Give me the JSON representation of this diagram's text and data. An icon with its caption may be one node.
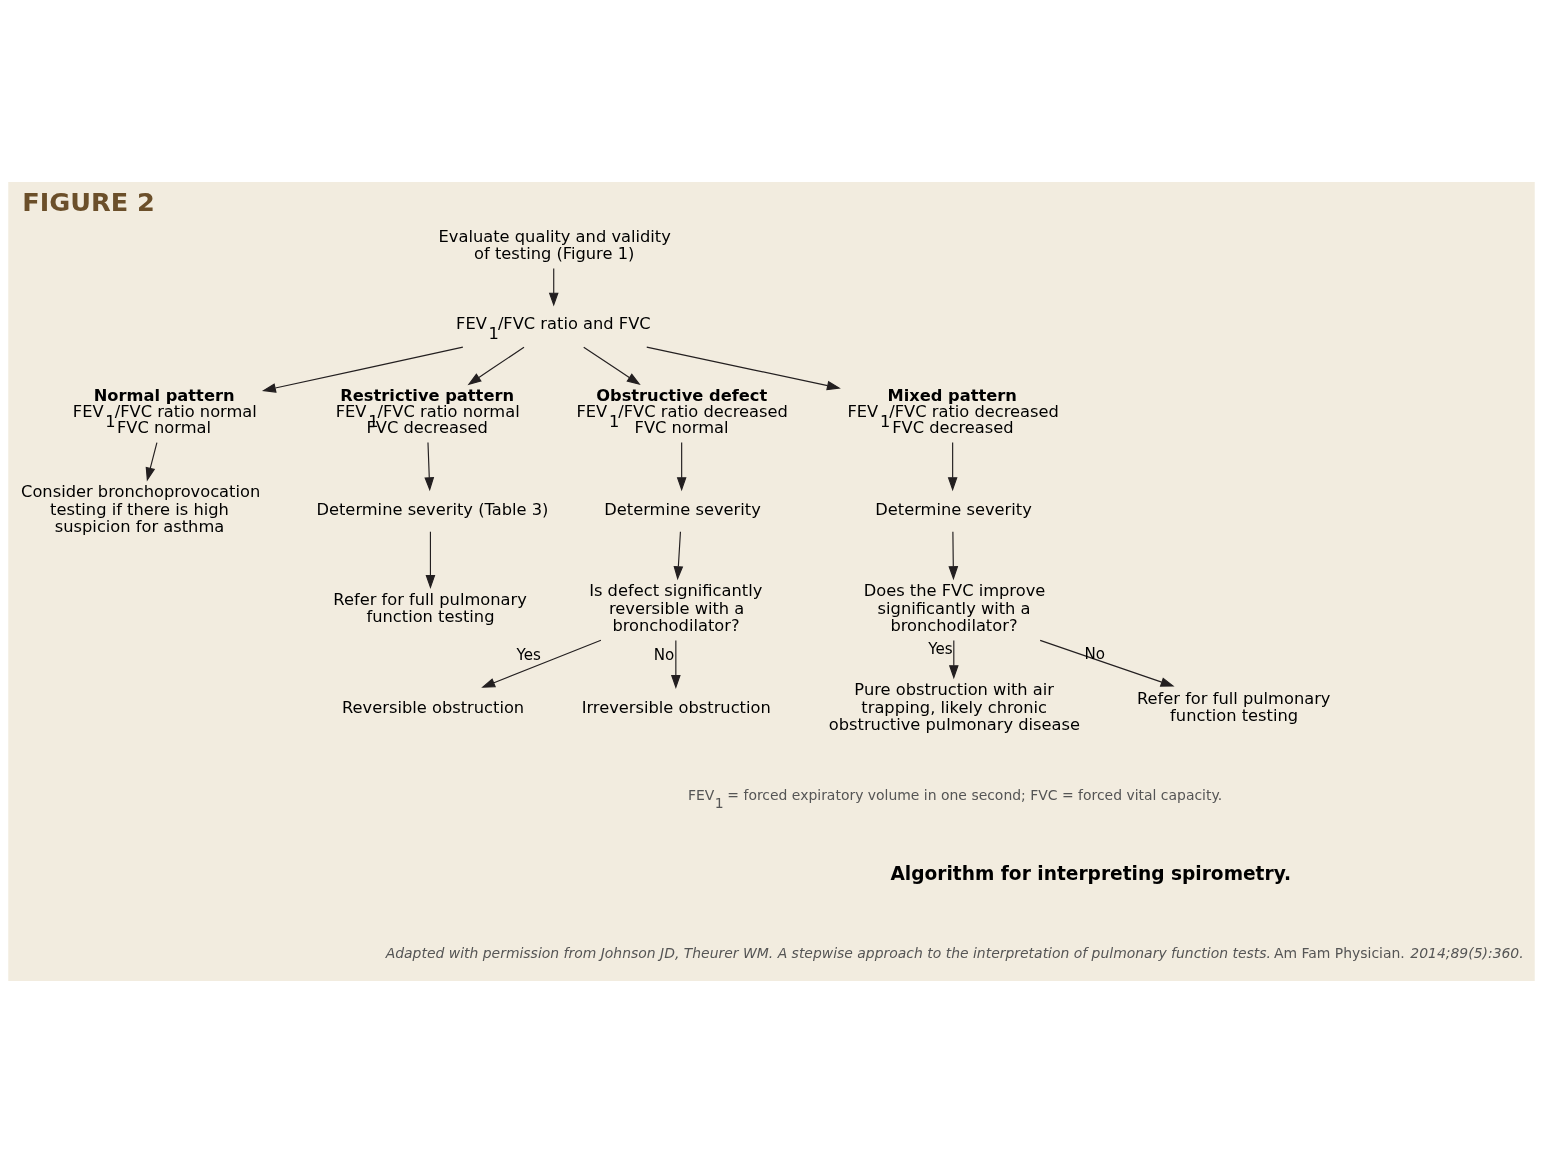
{
  "diagram": {
    "title": "FIGURE 2",
    "caption": "Algorithm for interpreting spirometry.",
    "nodes": [
      {
        "text": [
          "Evaluate quality and validity of testing (Figure 1)"
        ]
      },
      {
        "text": [
          "FEV$_{1}$/FVC ratio and FVC"
        ]
      },
      {
        "text": [
          "Normal pattern",
          "FEV$_{1}$/FVC ratio normal",
          "FVC normal"
        ]
      },
      {
        "text": [
          "Restrictive pattern",
          "FEV$_{1}$/FVC ratio normal",
          "FVC decreased"
        ]
      },
      {
        "text": [
          "Obstructive defect",
          "FEV$_{1}$/FVC ratio decreased",
          "FVC normal"
        ]
      },
      {
        "text": [
          "Mixed pattern",
          "FEV$_{1}$/FVC ratio decreased",
          "FVC decreased"
        ]
      },
      {
        "text": [
          "Consider bronchoprovocation testing if there is high suspicion for asthma"
        ]
      },
      {
        "text": [
          "Determine severity (Table 3)"
        ]
      },
      {
        "text": [
          "Refer for full pulmonary function testing"
        ]
      },
      {
        "text": [
          "Determine severity"
        ]
      },
      {
        "text": [
          "Is defect significantly reversible with a bronchodilator?"
        ]
      },
      {
        "text": [
          "Reversible obstruction"
        ]
      },
      {
        "text": [
          "Irreversible obstruction"
        ]
      },
      {
        "text": [
          "Determine severity"
        ]
      },
      {
        "text": [
          "Does the FVC improve significantly with a bronchodilator?"
        ]
      },
      {
        "text": [
          "Pure obstruction with air trapping, likely chronic obstructive pulmonary disease"
        ]
      },
      {
        "text": [
          "Refer for full pulmonary function testing"
        ]
      }
    ],
    "edges": [
      {
        "from": 0,
        "to": 1,
        "arrow": "to"
      },
      {
        "from": 1,
        "to": 2,
        "arrow": "to"
      },
      {
        "from": 1,
        "to": 3,
        "arrow": "to"
      },
      {
        "from": 1,
        "to": 4,
        "arrow": "to"
      },
      {
        "from": 1,
        "to": 5,
        "arrow": "to"
      },
      {
        "from": 2,
        "to": 6,
        "arrow": "to"
      },
      {
        "from": 3,
        "to": 7,
        "arrow": "to"
      },
      {
        "from": 7,
        "to": 8,
        "arrow": "to"
      },
      {
        "from": 4,
        "to": 9,
        "arrow": "to"
      },
      {
        "from": 9,
        "to": 10,
        "arrow": "to"
      },
      {
        "from": 10,
        "to": 11,
        "arrow": "to",
        "label": "Yes"
      },
      {
        "from": 10,
        "to": 12,
        "arrow": "to",
        "label": "No"
      },
      {
        "from": 5,
        "to": 13,
        "arrow": "to"
      },
      {
        "from": 13,
        "to": 14,
        "arrow": "to"
      },
      {
        "from": 14,
        "to": 15,
        "arrow": "to",
        "label": "Yes"
      },
      {
        "from": 14,
        "to": 16,
        "arrow": "to",
        "label": "No"
      }
    ],
    "labels": [
      "FEV$_{1}$ = forced expiratory volume in one second; FVC = forced vital capacity.",
      "*Adapted with permission from Johnson JD, Theurer WM. A stepwise approach to the interpretation of pulmonary function tests.* Am Fam Physician. *2014;89(5):360.*"
    ]
  }
}
